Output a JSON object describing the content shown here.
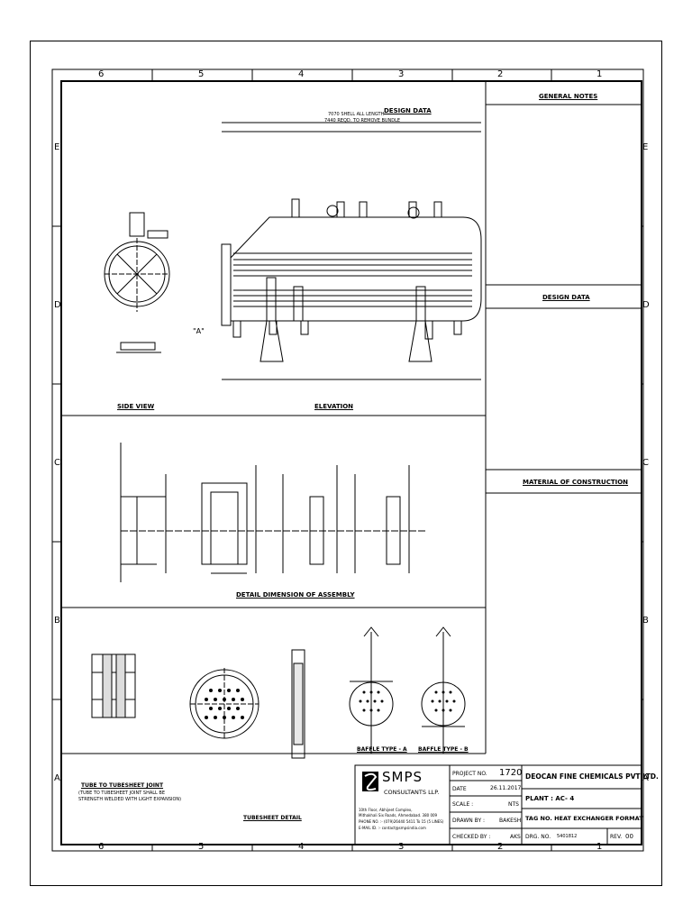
{
  "grid": {
    "columns": [
      "6",
      "5",
      "4",
      "3",
      "2",
      "1"
    ],
    "rows": [
      "E",
      "D",
      "C",
      "B",
      "A"
    ]
  },
  "right_panel": {
    "general_notes": "GENERAL NOTES",
    "design_data": "DESIGN DATA",
    "material_of_construction": "MATERIAL OF CONSTRUCTION"
  },
  "views": {
    "design_data_top": "DESIGN DATA",
    "side_view": "SIDE VIEW",
    "elevation": "ELEVATION",
    "detail_dimension": "DETAIL DIMENSION OF ASSEMBLY",
    "tube_to_tubesheet": "TUBE TO TUBESHEET JOINT",
    "tube_to_tubesheet_note1": "(TUBE TO TUBESHEET JOINT SHALL BE",
    "tube_to_tubesheet_note2": "STRENGTH WELDED WITH LIGHT EXPANSION)",
    "tubesheet_detail": "TUBESHEET DETAIL",
    "baffle_a": "BAFFLE TYPE - A",
    "baffle_b": "BAFFLE TYPE - B",
    "view_a": "\"A\"",
    "overall_length": "7070 SHELL ALL LENGTH",
    "overall_length_2": "7440 REQD. TO REMOVE BUNDLE"
  },
  "company": {
    "logo_text": "SMPS",
    "name": "CONSULTANTS LLP.",
    "address_1": "10th Floor, Abhijeet Complex,",
    "address_2": "Mithakhali Six Roads, Ahmedabad. 380 009",
    "phone": "PHONE NO. :- (079)26440 5411 To 15 (5 LINES)",
    "email": "E-MAIL ID. :- contact@smpsindia.com"
  },
  "title_block": {
    "project_no_label": "PROJECT NO.",
    "project_no": "1720",
    "date_label": "DATE",
    "date": "26.11.2017",
    "scale_label": "SCALE :",
    "scale": "NTS",
    "drawn_label": "DRAWN BY :",
    "drawn": "BAKESH",
    "checked_label": "CHECKED BY :",
    "checked": "AKS",
    "client": "DEOCAN FINE CHEMICALS PVT LTD.",
    "plant": "PLANT : AC- 4",
    "tag": "TAG NO. HEAT EXCHANGER FORMAT",
    "dwg_no_label": "DRG. NO.",
    "dwg_no": "5401812",
    "rev_label": "REV.",
    "rev": "00"
  }
}
